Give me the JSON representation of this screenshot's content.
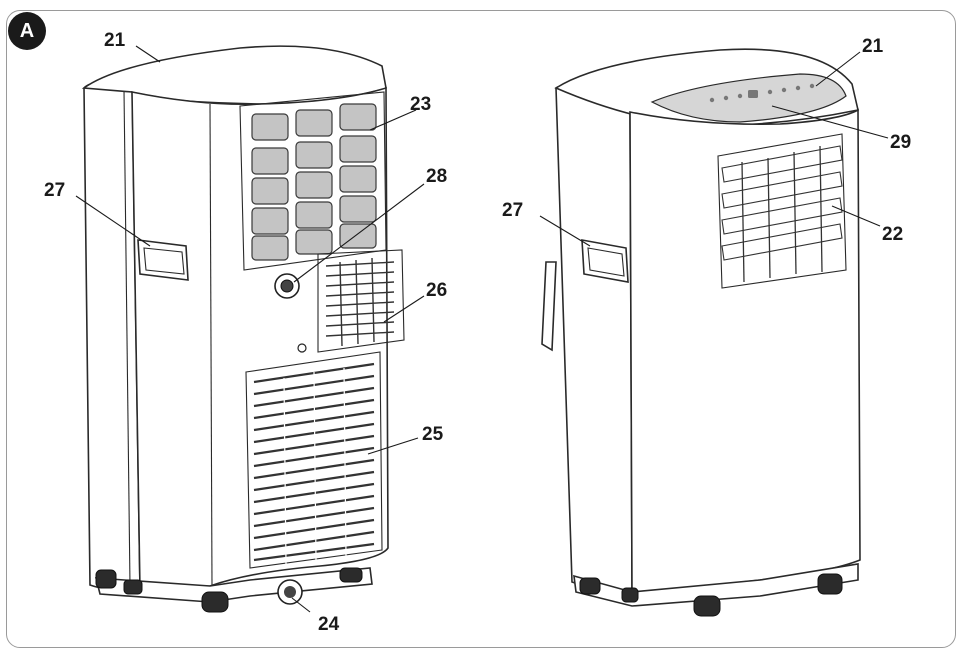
{
  "figure": {
    "badge": "A",
    "callouts": {
      "left_21": "21",
      "left_23": "23",
      "left_27": "27",
      "left_28": "28",
      "left_26": "26",
      "left_25": "25",
      "left_24": "24",
      "right_21": "21",
      "right_29": "29",
      "right_27": "27",
      "right_22": "22"
    }
  }
}
